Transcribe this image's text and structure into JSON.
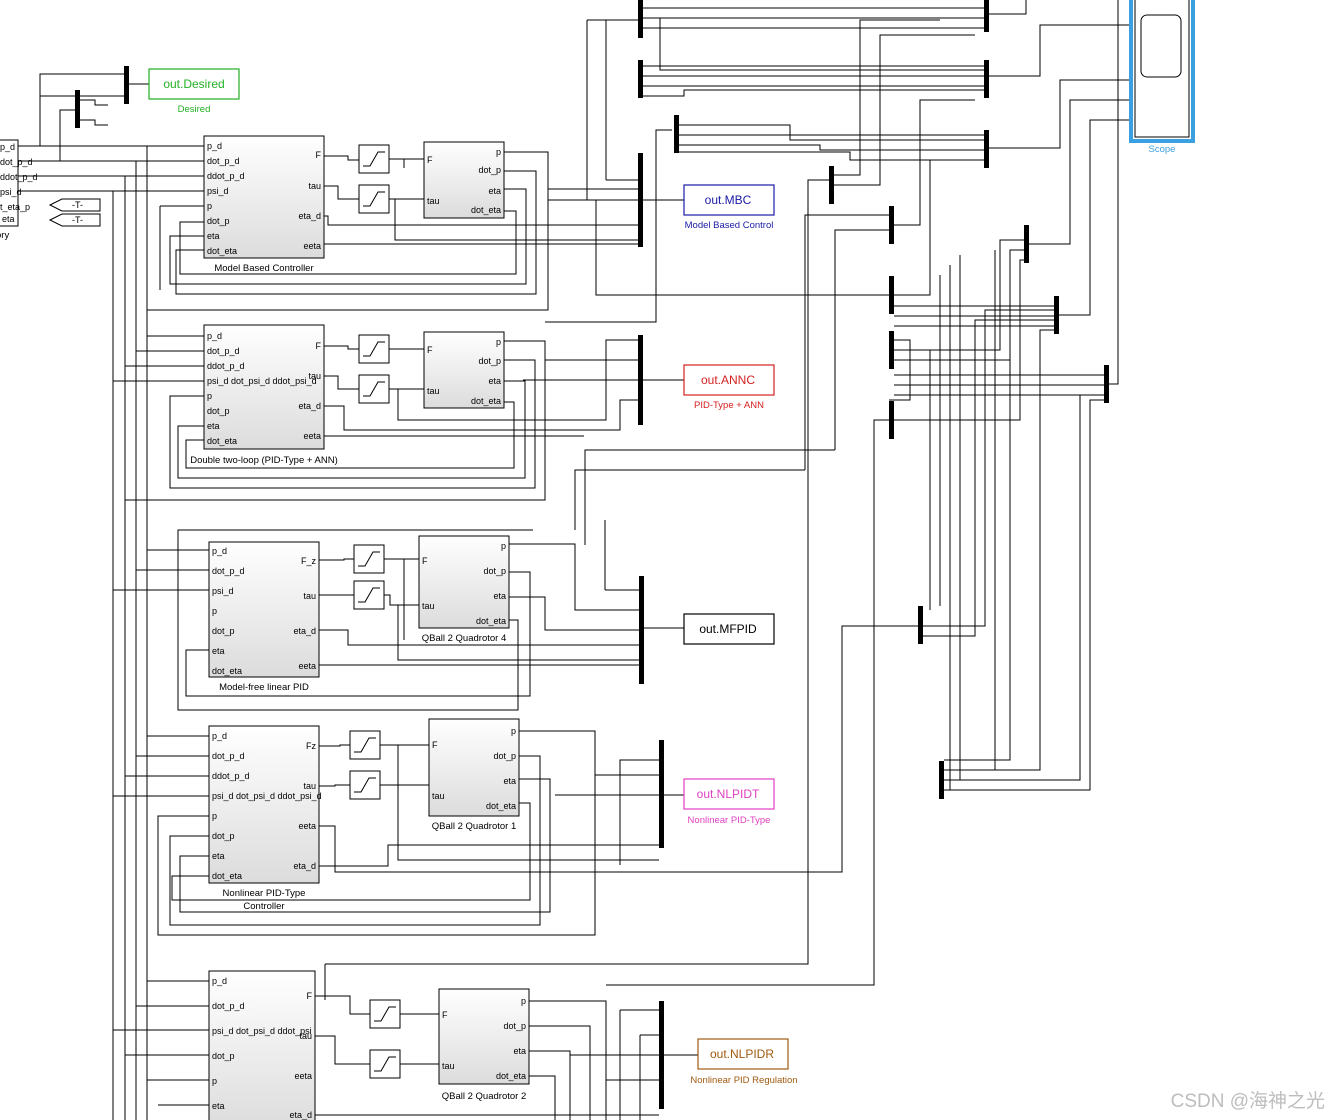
{
  "blocks": {
    "mbc": {
      "title": "Model Based Controller",
      "inputs": [
        "p_d",
        "dot_p_d",
        "ddot_p_d",
        "psi_d",
        "p",
        "dot_p",
        "eta",
        "dot_eta"
      ],
      "outputs": [
        "F",
        "tau",
        "eta_d",
        "eeta"
      ]
    },
    "annc": {
      "title": "Double two-loop (PID-Type + ANN)",
      "inputs": [
        "p_d",
        "dot_p_d",
        "ddot_p_d",
        "psi_d dot_psi_d ddot_psi_d",
        "p",
        "dot_p",
        "eta",
        "dot_eta"
      ],
      "outputs": [
        "F",
        "tau",
        "eta_d",
        "eeta"
      ]
    },
    "mfpid": {
      "title": "Model-free linear PID",
      "inputs": [
        "p_d",
        "dot_p_d",
        "psi_d",
        "p",
        "dot_p",
        "eta",
        "dot_eta"
      ],
      "outputs": [
        "F_z",
        "tau",
        "eta_d",
        "eeta"
      ]
    },
    "nlpidt": {
      "title_line1": "Nonlinear PID-Type",
      "title_line2": "Controller",
      "inputs": [
        "p_d",
        "dot_p_d",
        "ddot_p_d",
        "psi_d dot_psi_d ddot_psi_d",
        "p",
        "dot_p",
        "eta",
        "dot_eta"
      ],
      "outputs": [
        "Fz",
        "tau",
        "eeta",
        "eta_d"
      ]
    },
    "nlpidr": {
      "inputs": [
        "p_d",
        "dot_p_d",
        "psi_d dot_psi_d ddot_psi",
        "p",
        "dot_p",
        "eta"
      ],
      "outputs": [
        "F",
        "tau",
        "eeta",
        "eta_d"
      ]
    }
  },
  "plants": {
    "q1": {
      "title": "",
      "inputs": [
        "F",
        "tau"
      ],
      "outputs": [
        "p",
        "dot_p",
        "eta",
        "dot_eta"
      ]
    },
    "q2": {
      "title": "",
      "inputs": [
        "F",
        "tau"
      ],
      "outputs": [
        "p",
        "dot_p",
        "eta",
        "dot_eta"
      ]
    },
    "q4": {
      "title": "QBall 2 Quadrotor 4",
      "inputs": [
        "F",
        "tau"
      ],
      "outputs": [
        "p",
        "dot_p",
        "eta",
        "dot_eta"
      ]
    },
    "qb1": {
      "title": "QBall 2 Quadrotor 1",
      "inputs": [
        "F",
        "tau"
      ],
      "outputs": [
        "p",
        "dot_p",
        "eta",
        "dot_eta"
      ]
    },
    "qb2": {
      "title": "QBall 2 Quadrotor 2",
      "inputs": [
        "F",
        "tau"
      ],
      "outputs": [
        "p",
        "dot_p",
        "eta",
        "dot_eta"
      ]
    }
  },
  "outputs": {
    "desired": {
      "label": "out.Desired",
      "caption": "Desired",
      "color": "#22b022"
    },
    "mbc": {
      "label": "out.MBC",
      "caption": "Model Based Control",
      "color": "#1a1aa6"
    },
    "annc": {
      "label": "out.ANNC",
      "caption": "PID-Type + ANN",
      "color": "#d42020"
    },
    "mfpid": {
      "label": "out.MFPID",
      "caption": "",
      "color": "#000000"
    },
    "nlpidt": {
      "label": "out.NLPIDT",
      "caption": "Nonlinear PID-Type",
      "color": "#e040c0"
    },
    "nlpidr": {
      "label": "out.NLPIDR",
      "caption": "Nonlinear PID Regulation",
      "color": "#a05a10"
    }
  },
  "scope": {
    "caption": "Scope",
    "color": "#3ba0e0"
  },
  "trajectory": {
    "ports": [
      "p_d",
      "dot_p_d",
      "ddot_p_d",
      "psi_d",
      "dot_eta_p",
      "eta"
    ],
    "caption": "ory"
  },
  "goto_tags": [
    "-T-",
    "-T-"
  ],
  "watermark": "CSDN @海神之光"
}
